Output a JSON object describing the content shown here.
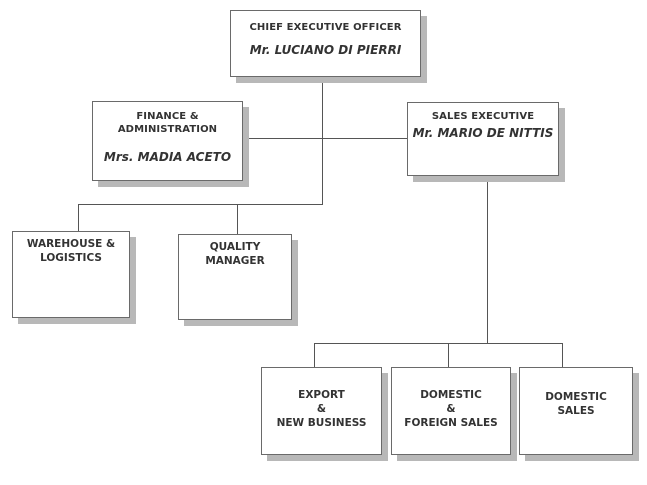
{
  "chart": {
    "ceo": {
      "title": "CHIEF EXECUTIVE OFFICER",
      "name": "Mr. LUCIANO DI PIERRI"
    },
    "finance": {
      "title_line1": "FINANCE &",
      "title_line2": "ADMINISTRATION",
      "name": "Mrs. MADIA ACETO"
    },
    "sales": {
      "title": "SALES EXECUTIVE",
      "name": "Mr. MARIO DE NITTIS"
    },
    "warehouse": {
      "line1": "WAREHOUSE &",
      "line2": "LOGISTICS"
    },
    "quality": {
      "line1": "QUALITY",
      "line2": "MANAGER"
    },
    "export": {
      "line1": "EXPORT",
      "line2": "&",
      "line3": "NEW BUSINESS"
    },
    "domestic_foreign": {
      "line1": "DOMESTIC",
      "line2": "&",
      "line3": "FOREIGN SALES"
    },
    "domestic": {
      "line1": "DOMESTIC",
      "line2": "SALES"
    }
  }
}
